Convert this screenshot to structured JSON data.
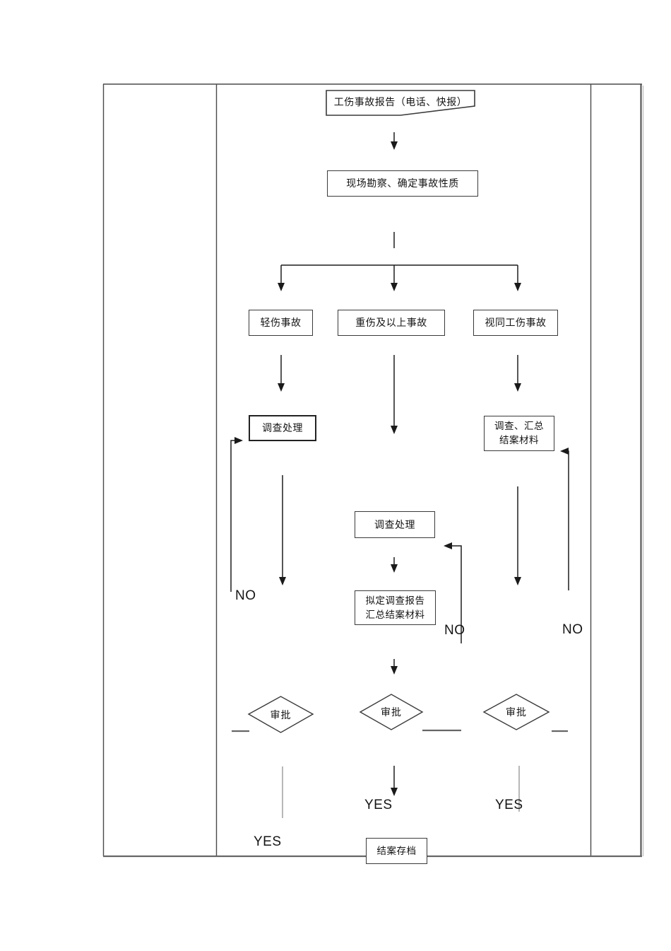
{
  "page": {
    "kind": "work-injury-accident-handling-flowchart"
  },
  "flowchart": {
    "report_box": "工伤事故报告（电话、快报）",
    "survey_box": "现场勘察、确定事故性质",
    "branch_light": "轻伤事故",
    "branch_severe": "重伤及以上事故",
    "branch_deemed": "视同工伤事故",
    "left_investigate_box": "调查处理",
    "right_collect_line1": "调查、汇总",
    "right_collect_line2": "结案材料",
    "mid_investigate_box": "调查处理",
    "mid_report_line1": "拟定调查报告",
    "mid_report_line2": "汇总结案材料",
    "approval_left": "审批",
    "approval_mid": "审批",
    "approval_right": "审批",
    "archive_box": "结案存档",
    "no_left": "NO",
    "no_mid": "NO",
    "no_right": "NO",
    "yes_left": "YES",
    "yes_mid": "YES",
    "yes_right": "YES"
  },
  "colors": {
    "line": "#222222",
    "border": "#3a3a3a",
    "grid": "#4a4a4a",
    "grid_light": "#9a9a9a",
    "thin_connector": "#888888"
  }
}
